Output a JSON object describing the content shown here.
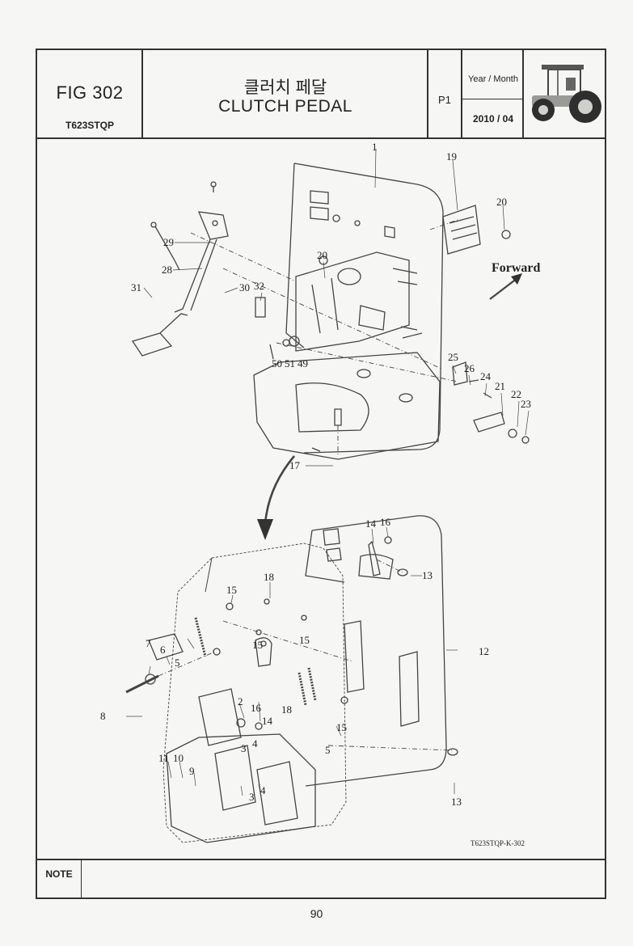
{
  "header": {
    "fig_no": "FIG 302",
    "fig_code": "T623STQP",
    "title_kr": "클러치 페달",
    "title_en": "CLUTCH PEDAL",
    "page_code": "P1",
    "year_month_label": "Year / Month",
    "year_month_value": "2010 / 04",
    "tractor_icon": "tractor-icon"
  },
  "diagram": {
    "forward_label": "Forward",
    "drawing_code": "T623STQP-K-302",
    "callouts": {
      "c1": "1",
      "c19": "19",
      "c20a": "20",
      "c29": "29",
      "c28": "28",
      "c31": "31",
      "c30": "30",
      "c20b": "20",
      "c32": "32",
      "c50": "50",
      "c51": "51",
      "c49": "49",
      "c25": "25",
      "c26": "26",
      "c24": "24",
      "c21": "21",
      "c22": "22",
      "c23": "23",
      "c17": "17",
      "c14a": "14",
      "c16a": "16",
      "c13a": "13",
      "c15a": "15",
      "c18a": "18",
      "c7": "7",
      "c6": "6",
      "c5a": "5",
      "c15b": "15",
      "c15c": "15",
      "c12": "12",
      "c2": "2",
      "c16b": "16",
      "c8": "8",
      "c14b": "14",
      "c18b": "18",
      "c3a": "3",
      "c4a": "4",
      "c15d": "15",
      "c5b": "5",
      "c11": "11",
      "c10": "10",
      "c9": "9",
      "c3b": "3",
      "c4b": "4",
      "c13b": "13"
    }
  },
  "footer": {
    "note_label": "NOTE",
    "page_number": "90"
  },
  "colors": {
    "ink": "#333333",
    "paper": "#f6f6f4",
    "tractor_cab": "#9a9a96",
    "tractor_wheel": "#2e2e2e"
  }
}
